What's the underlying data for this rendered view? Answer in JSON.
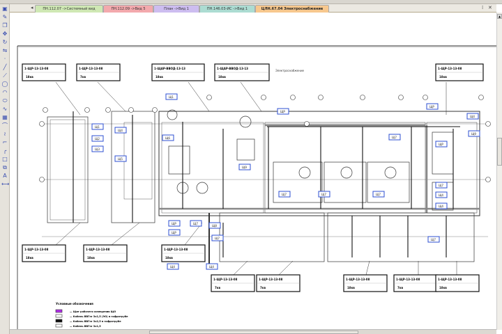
{
  "tabs": [
    {
      "label": "ПН.112.07 ->Системный вид",
      "color": "#cfe8b4"
    },
    {
      "label": "ПН.112.09 ->Вид 5",
      "color": "#f3a9ad"
    },
    {
      "label": "План ->Вид 1",
      "color": "#cdbdf0"
    },
    {
      "label": "ПН.146.03-ИС ->Вид 1",
      "color": "#acdcd2"
    },
    {
      "label": "ЦЛН.67.04 Электроснабжение",
      "color": "#f7c88e",
      "active": true
    }
  ],
  "tab_controls": {
    "pin": "⁞",
    "close": "✕"
  },
  "drawing": {
    "plan_title": "Электроснабжение",
    "title_blocks_top": [
      {
        "line1": "1-ЩР-13-13-08",
        "line2": "18кв"
      },
      {
        "line1": "1-ЩР-13-13-08",
        "line2": "7кв"
      },
      {
        "line1": "1-ЩАР-ВВОД-13-13",
        "line2": "18кв"
      },
      {
        "line1": "1-ЩАР-ВВОД-13-13",
        "line2": "18кв"
      },
      {
        "line1": "1-ЩР-13-13-08",
        "line2": "18кв"
      }
    ],
    "title_blocks_bottom": [
      {
        "line1": "1-ЩР-13-13-08",
        "line2": "18кв"
      },
      {
        "line1": "1-ЩР-13-13-08",
        "line2": "18кв"
      },
      {
        "line1": "1-ЩР-13-13-08",
        "line2": "18кв"
      },
      {
        "line1": "1-ЩР-13-13-08",
        "line2": "7кв"
      },
      {
        "line1": "1-ЩР-13-13-08",
        "line2": "7кв"
      },
      {
        "line1": "1-ЩР-13-13-08",
        "line2": "18кв"
      },
      {
        "line1": "1-ЩР-13-13-08",
        "line2": "7кв"
      },
      {
        "line1": "1-ЩР-13-13-08",
        "line2": "18кв"
      }
    ],
    "tags": [
      "Щ1",
      "Щ2",
      "Щ3",
      "Щ4",
      "Щ5",
      "Щ6",
      "ЩР",
      "ЩР",
      "Щ7",
      "Щ8",
      "Щ9",
      "ЩР",
      "Щ7",
      "Щ7",
      "Щ7",
      "Щ7",
      "ЩР",
      "ЩР",
      "Щ7",
      "Щ4",
      "Щ4",
      "Щ7",
      "Щ4",
      "Щ9",
      "Щ4",
      "Щ7",
      "Щ4",
      "Щ1"
    ],
    "legend": {
      "title": "Условные обозначения",
      "items": [
        {
          "label": "— Щит рабочего освещения ЩО",
          "swatch": "#b12ee8"
        },
        {
          "label": "— Кабель ВВГнг 3х1,5 (ЭО) в гофротрубе",
          "swatch": "#ffffff"
        },
        {
          "label": "— Кабель ВВГнг 3х2,5 в гофротрубе",
          "swatch": "#111111"
        },
        {
          "label": "— Кабель ВВГнг 3х1,5",
          "swatch": "#ffffff"
        }
      ]
    }
  }
}
